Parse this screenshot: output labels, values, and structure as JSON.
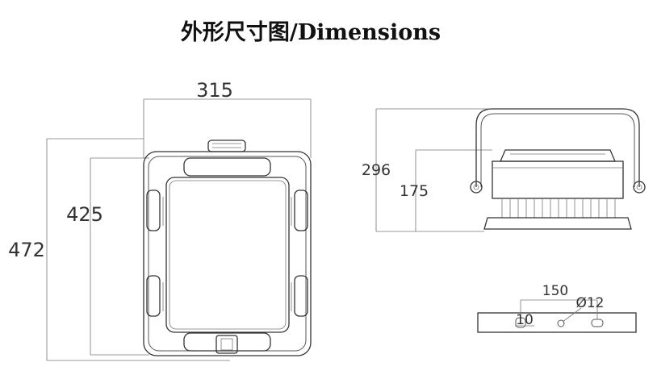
{
  "title": "外形尺寸图/Dimensions",
  "front_view": {
    "width_label": "315",
    "height_inner_label": "425",
    "height_outer_label": "472"
  },
  "side_view": {
    "height_outer_label": "296",
    "height_inner_label": "175"
  },
  "bracket_view": {
    "spacing_label": "150",
    "hole_label": "Ø12",
    "edge_label": "10"
  }
}
